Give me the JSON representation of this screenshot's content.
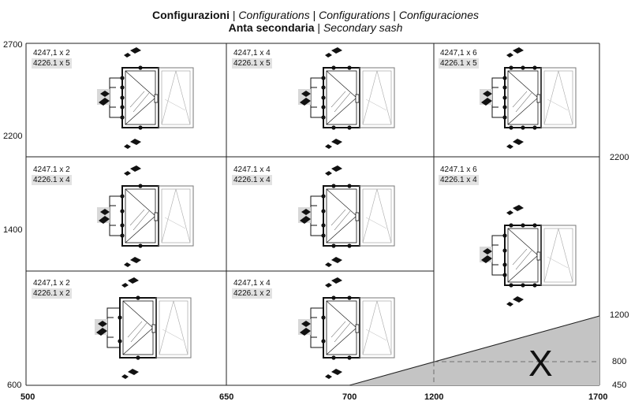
{
  "title": {
    "line1_bold": "Configurazioni",
    "line1_sep1": " | ",
    "line1_it1": "Configurations",
    "line1_sep2": " | ",
    "line1_it2": "Configurations",
    "line1_sep3": " | ",
    "line1_it3": "Configuraciones",
    "line2_bold": "Anta secondaria",
    "line2_sep": " | ",
    "line2_it": "Secondary sash"
  },
  "y_axis_left": [
    "2700",
    "2200",
    "1400",
    "600"
  ],
  "y_axis_right": [
    "2200",
    "1200",
    "800",
    "450"
  ],
  "x_axis": [
    "500",
    "650",
    "700",
    "1200",
    "1700"
  ],
  "cells": [
    {
      "l1": "4247,1 x 2",
      "l2": "4226.1 x 5"
    },
    {
      "l1": "4247,1 x 4",
      "l2": "4226.1 x 5"
    },
    {
      "l1": "4247,1 x 6",
      "l2": "4226.1 x 5"
    },
    {
      "l1": "4247.1 x 2",
      "l2": "4226.1 x 4"
    },
    {
      "l1": "4247.1 x 4",
      "l2": "4226.1 x 4"
    },
    {
      "l1": "4247.1 x 6",
      "l2": "4226.1 x 4"
    },
    {
      "l1": "4247,1 x 2",
      "l2": "4226.1 x 2"
    },
    {
      "l1": "4247,1 x 4",
      "l2": "4226.1 x 2"
    }
  ],
  "excluded_mark": "X",
  "colors": {
    "grid": "#222222",
    "excluded_fill": "#c4c4c4",
    "label_bg": "#e2e2e2"
  }
}
